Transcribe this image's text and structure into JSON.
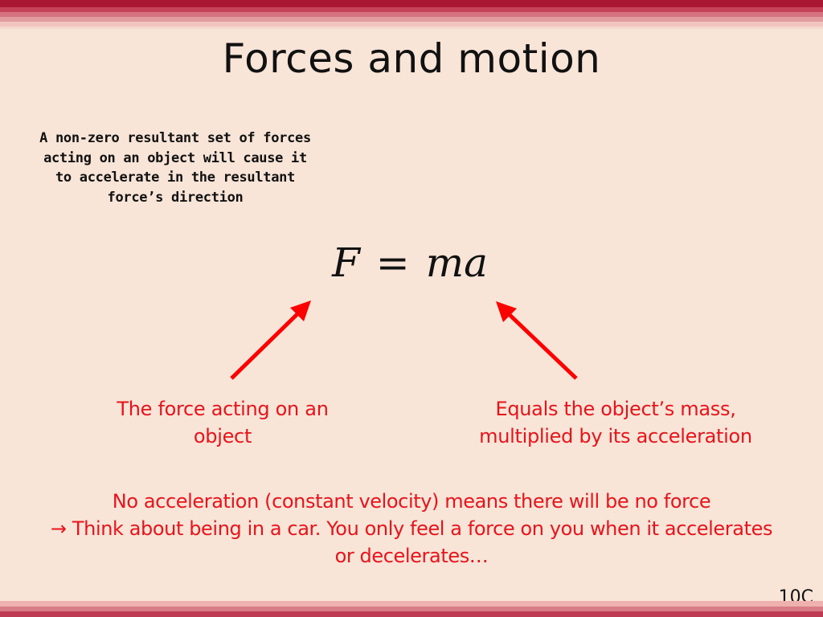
{
  "slide": {
    "title": "Forces and motion",
    "intro_text": "A non-zero resultant set of forces acting on an object will cause it to accelerate in the resultant force’s direction",
    "formula": {
      "lhs": "F",
      "operator": "=",
      "rhs": "ma"
    },
    "labels": {
      "left": "The force acting on an object",
      "right": "Equals the object’s mass, multiplied by its acceleration"
    },
    "note": {
      "line1": "No acceleration (constant velocity) means there will be no force",
      "arrow_glyph": "→",
      "line2": " Think about being in a car. You only feel a force on you when it accelerates or decelerates…"
    },
    "slide_code": "10C"
  },
  "colors": {
    "background": "#F9E5D8",
    "accent_red": "#E8141C",
    "arrow_red": "#FF0000",
    "stripe_dark": "#AA1733",
    "text_dark": "#111111"
  },
  "icons": {
    "left_arrow": "arrow-up-right-icon",
    "right_arrow": "arrow-up-left-icon"
  }
}
